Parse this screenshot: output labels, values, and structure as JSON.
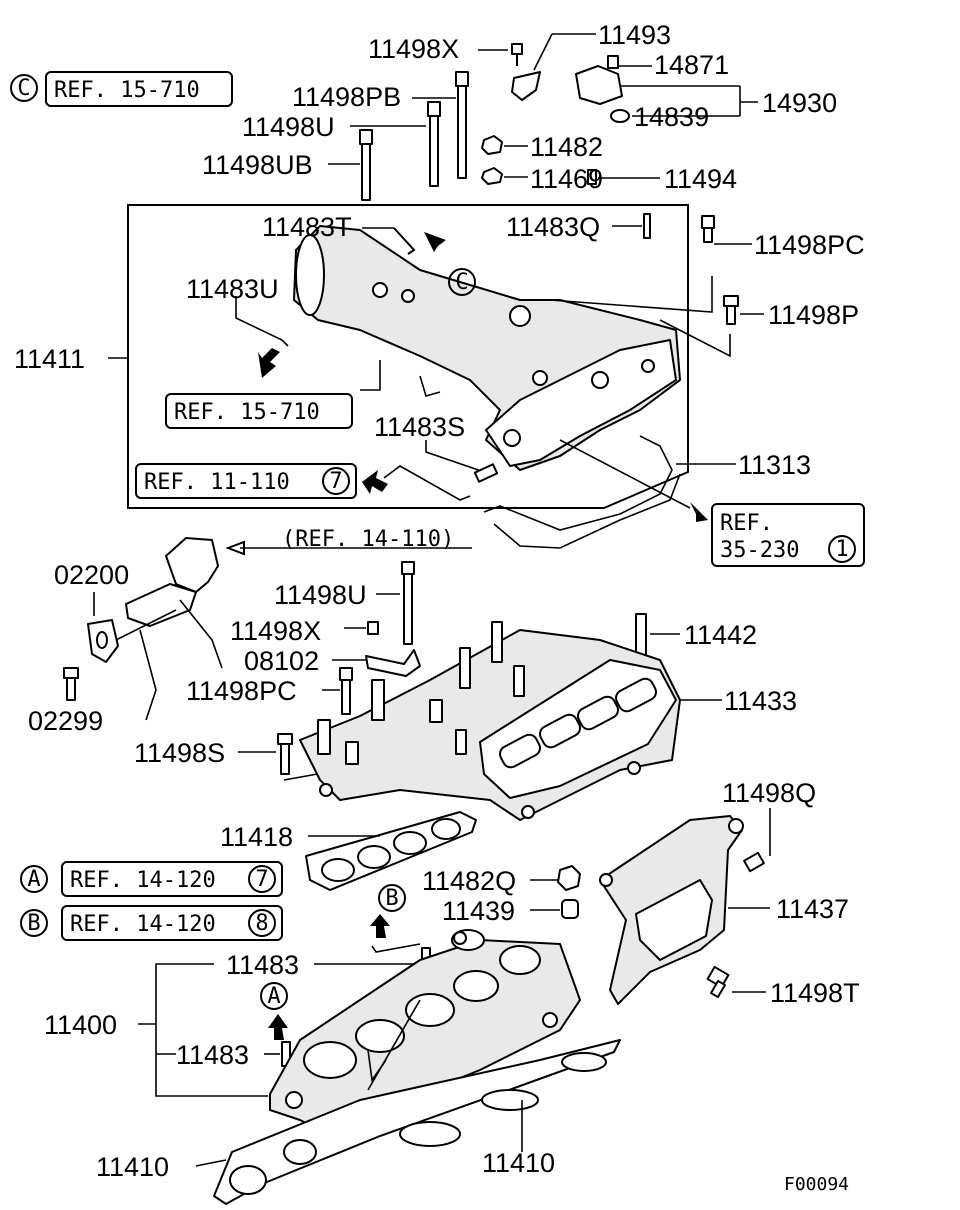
{
  "drawing_code": "F00094",
  "part_numbers": {
    "p11498X_top": "11498X",
    "p11493": "11493",
    "p14871": "14871",
    "p11498PB": "11498PB",
    "p14930": "14930",
    "p11498U_top": "11498U",
    "p14839": "14839",
    "p11482": "11482",
    "p11498UB": "11498UB",
    "p11469": "11469",
    "p11494": "11494",
    "p11483T": "11483T",
    "p11483Q": "11483Q",
    "p11498PC_top": "11498PC",
    "p11483U": "11483U",
    "p11498P": "11498P",
    "p11411": "11411",
    "p11483S": "11483S",
    "p11313": "11313",
    "p02200": "02200",
    "p11498U_mid": "11498U",
    "p11442": "11442",
    "p11498X_mid": "11498X",
    "p08102": "08102",
    "p11498PC_mid": "11498PC",
    "p11433": "11433",
    "p02299": "02299",
    "p11498S": "11498S",
    "p11498Q": "11498Q",
    "p11418": "11418",
    "p11482Q": "11482Q",
    "p11439": "11439",
    "p11437": "11437",
    "p11483_a": "11483",
    "p11400": "11400",
    "p11498T": "11498T",
    "p11483_b": "11483",
    "p11410_a": "11410",
    "p11410_b": "11410"
  },
  "references": {
    "ref_c_top": "REF. 15-710",
    "ref_15_710": "REF. 15-710",
    "ref_11_110": "REF. 11-110",
    "ref_35_230_line1": "REF.",
    "ref_35_230_line2": "35-230",
    "ref_14_110": "(REF. 14-110)",
    "ref_a": "REF. 14-120",
    "ref_b": "REF. 14-120"
  },
  "markers": {
    "c_top": "C",
    "c_arrow": "C",
    "seven_1": "7",
    "one": "1",
    "seven_2": "7",
    "eight": "8",
    "a_legend": "A",
    "b_legend": "B",
    "a_arrow": "A",
    "b_arrow": "B"
  }
}
